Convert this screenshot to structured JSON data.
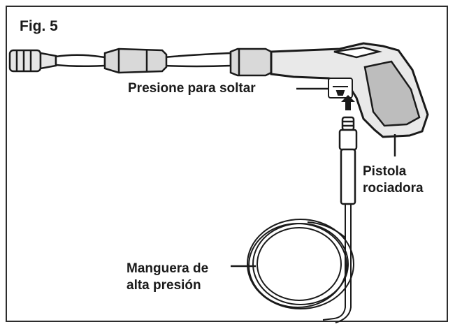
{
  "figure": {
    "label": "Fig. 5"
  },
  "callouts": {
    "release": "Presione para soltar",
    "spray_gun_line1": "Pistola",
    "spray_gun_line2": "rociadora",
    "hose_line1": "Manguera de",
    "hose_line2": "alta presión"
  },
  "colors": {
    "ink": "#1a1a1a",
    "part_gray": "#d9d9d9",
    "border": "#2d2d2d",
    "background": "#ffffff"
  }
}
